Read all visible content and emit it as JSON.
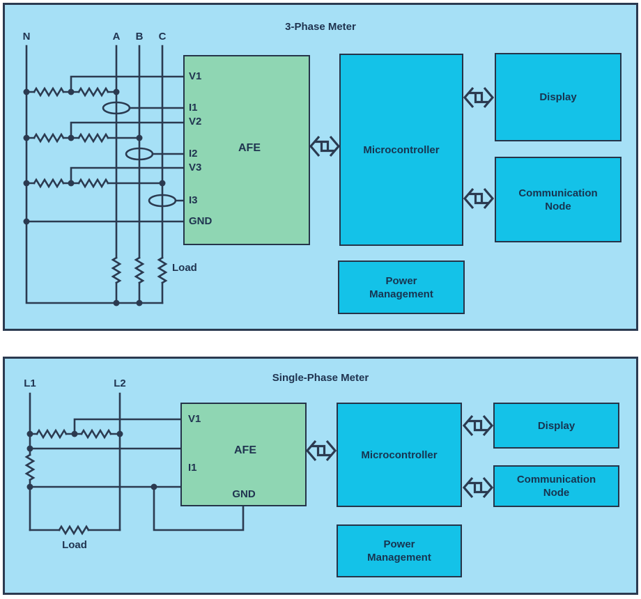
{
  "colors": {
    "page_bg": "#ffffff",
    "panel_bg": "#a6e0f6",
    "outline_navy": "#2b3a50",
    "block_cyan": "#14c2e8",
    "afe_green": "#8fd6b3",
    "text_navy": "#203450"
  },
  "icons": {
    "bus_link": "bidirectional-arrow"
  },
  "panels": [
    {
      "title": "3-Phase Meter",
      "phases": [
        "N",
        "A",
        "B",
        "C"
      ],
      "load_label": "Load",
      "afe": {
        "label": "AFE",
        "pins": [
          "V1",
          "I1",
          "V2",
          "I2",
          "V3",
          "I3",
          "GND"
        ]
      },
      "blocks": {
        "microcontroller": "Microcontroller",
        "display": "Display",
        "comm": "Communication Node",
        "power": "Power Management"
      }
    },
    {
      "title": "Single-Phase Meter",
      "phases": [
        "L1",
        "L2"
      ],
      "load_label": "Load",
      "afe": {
        "label": "AFE",
        "pins": [
          "V1",
          "I1",
          "GND"
        ]
      },
      "blocks": {
        "microcontroller": "Microcontroller",
        "display": "Display",
        "comm": "Communication Node",
        "power": "Power Management"
      }
    }
  ]
}
